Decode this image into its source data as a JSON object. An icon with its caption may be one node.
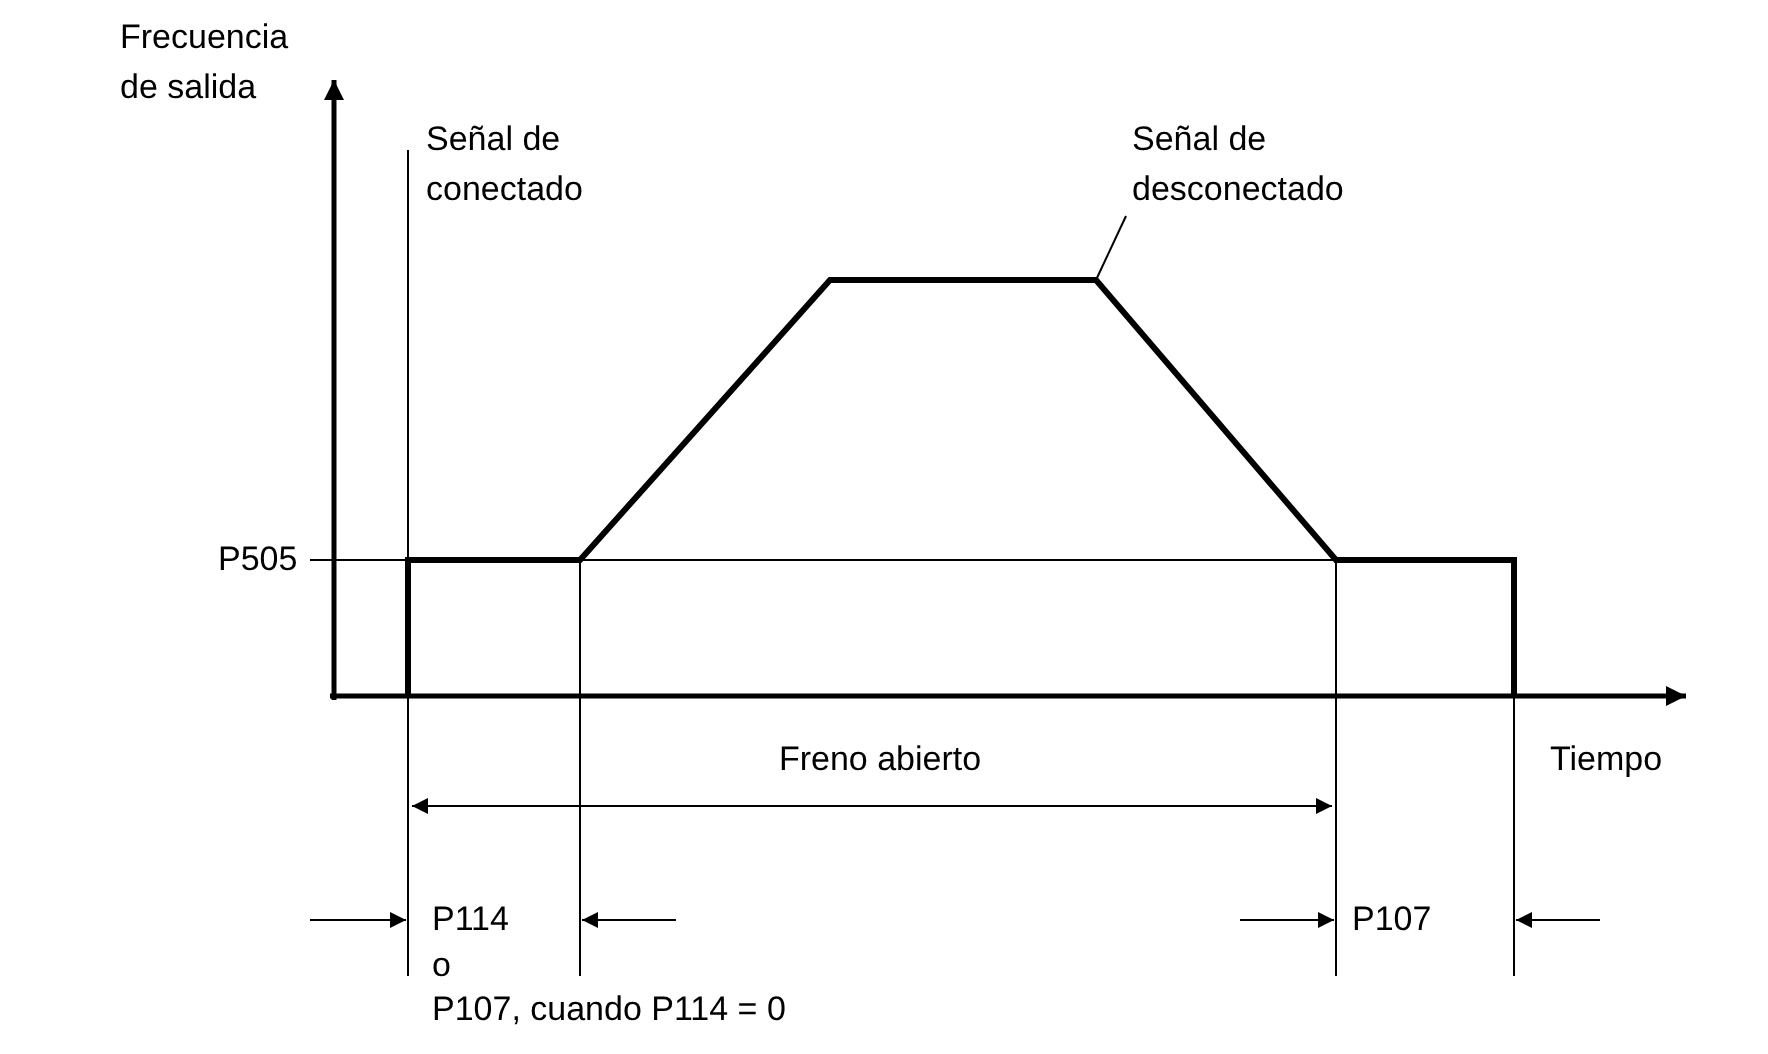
{
  "diagram": {
    "labels": [
      "Frecuencia de salida",
      "Señal de conectado",
      "Señal de desconectado",
      "P505",
      "Freno abierto",
      "Tiempo",
      "P114",
      "o",
      "P107, cuando P114 = 0",
      "P107"
    ]
  }
}
